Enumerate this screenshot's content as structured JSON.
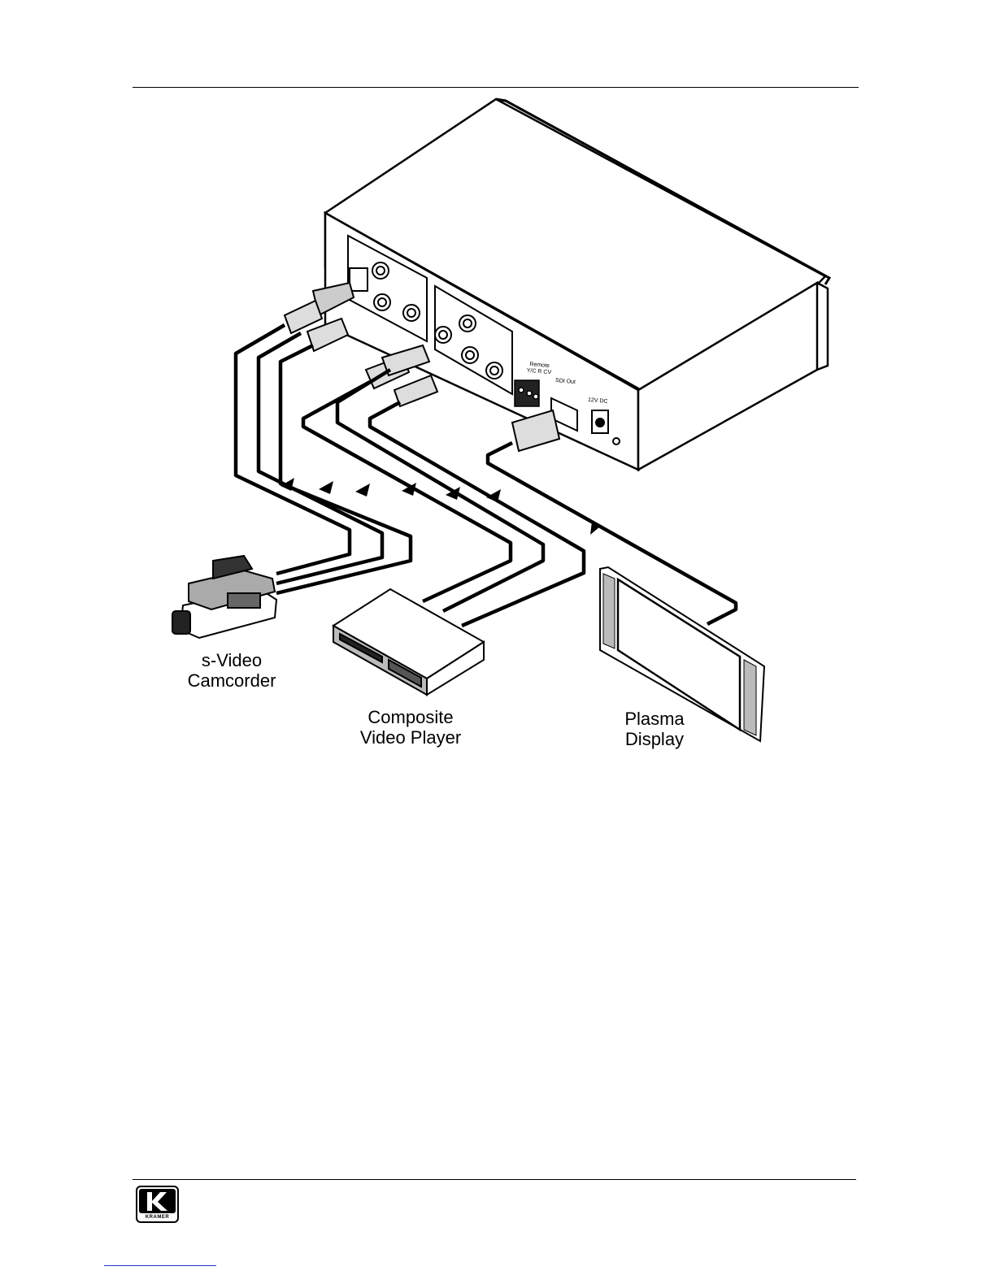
{
  "labels": {
    "camcorder": [
      "s-Video",
      "Camcorder"
    ],
    "player": [
      "Composite",
      "Video Player"
    ],
    "display": [
      "Plasma",
      "Display"
    ]
  },
  "panel": {
    "remote": [
      "Remote",
      "Y/C R CV"
    ],
    "sdi_out": "SDI Out",
    "power": "12V DC"
  },
  "logo": {
    "text": "KRAMER"
  },
  "colors": {
    "ink": "#000000",
    "paper": "#ffffff",
    "link": "#2233cc"
  }
}
